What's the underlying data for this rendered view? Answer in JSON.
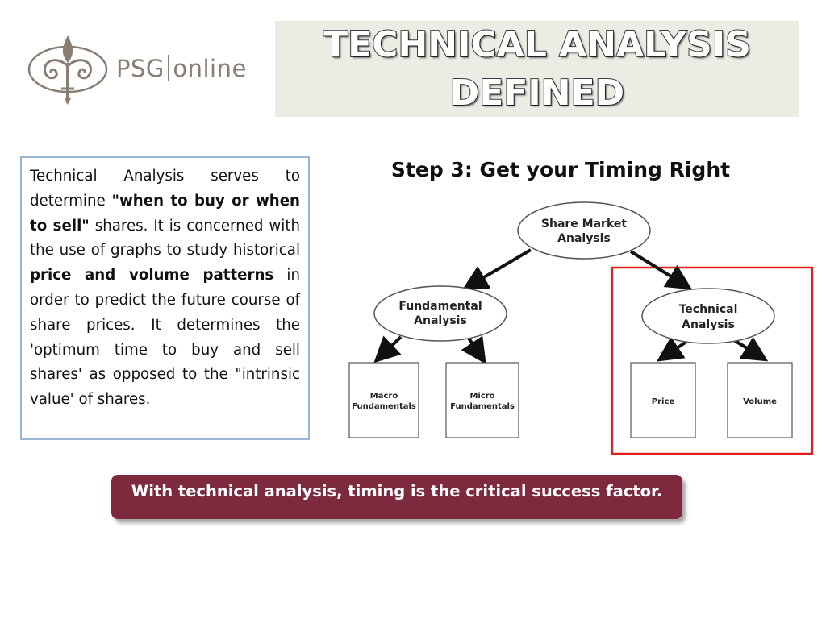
{
  "logo": {
    "brand": "PSG",
    "product": "online"
  },
  "slide": {
    "title_line1": "TECHNICAL  ANALYSIS",
    "title_line2": "DEFINED"
  },
  "description": {
    "part1": "Technical Analysis serves to determine ",
    "bold1": "\"when to buy or when to sell\"",
    "part2": " shares. It is concerned with the use of graphs to study historical ",
    "bold2": "price and volume patterns",
    "part3": " in order to predict the future course of share prices. It determines the 'optimum time to buy and sell shares' as opposed to the \"intrinsic value' of shares."
  },
  "diagram": {
    "heading": "Step 3: Get your Timing Right",
    "root": [
      "Share Market",
      "Analysis"
    ],
    "fundamental": [
      "Fundamental",
      "Analysis"
    ],
    "technical": [
      "Technical",
      "Analysis"
    ],
    "macro": [
      "Macro",
      "Fundamentals"
    ],
    "micro": [
      "Micro",
      "Fundamentals"
    ],
    "price": "Price",
    "volume": "Volume",
    "highlight_color": "#e0201e"
  },
  "banner": {
    "text": "With technical analysis, timing is the critical success factor.",
    "color": "#7d2a3f"
  }
}
